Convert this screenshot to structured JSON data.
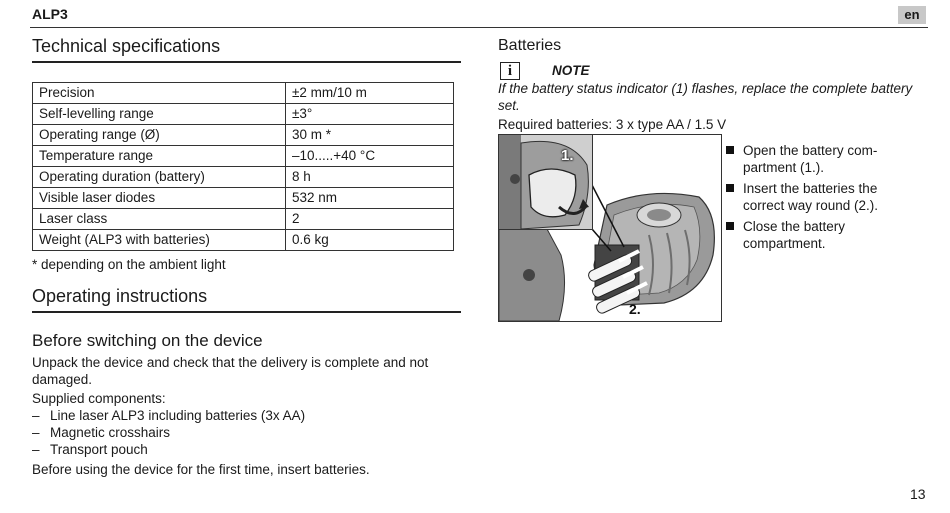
{
  "header": {
    "title": "ALP3",
    "language": "en"
  },
  "tech": {
    "heading": "Technical specifications",
    "rows": [
      {
        "key": "Precision",
        "value": "±2 mm/10 m"
      },
      {
        "key": "Self-levelling range",
        "value": "±3°"
      },
      {
        "key": "Operating range (Ø)",
        "value": "30 m *"
      },
      {
        "key": "Temperature range",
        "value": "–10.....+40 °C"
      },
      {
        "key": "Operating duration (battery)",
        "value": "8 h"
      },
      {
        "key": "Visible laser diodes",
        "value": "532 nm"
      },
      {
        "key": "Laser class",
        "value": "2"
      },
      {
        "key": "Weight (ALP3 with batteries)",
        "value": "0.6 kg"
      }
    ],
    "footnote": "* depending on the ambient light"
  },
  "operating": {
    "heading": "Operating instructions",
    "subheading": "Before switching on the device",
    "intro": "Unpack the device and check that the delivery is complete and not damaged.",
    "components_label": "Supplied components:",
    "components": [
      "Line laser ALP3 including batteries (3x AA)",
      "Magnetic crosshairs",
      "Transport pouch"
    ],
    "closing": "Before using the device for the first time, insert batteries."
  },
  "batteries": {
    "heading": "Batteries",
    "note_icon": "i",
    "note_label": "NOTE",
    "note_text": "If the battery status indicator (1) flashes, replace the complete battery set.",
    "required": "Required batteries: 3 x type AA / 1.5 V",
    "figure": {
      "step1": "1.",
      "step2": "2."
    },
    "steps": [
      "Open the battery com-partment (1.).",
      "Insert the batteries the correct way round (2.).",
      "Close the battery compartment."
    ]
  },
  "footer": {
    "page_number": "13"
  }
}
